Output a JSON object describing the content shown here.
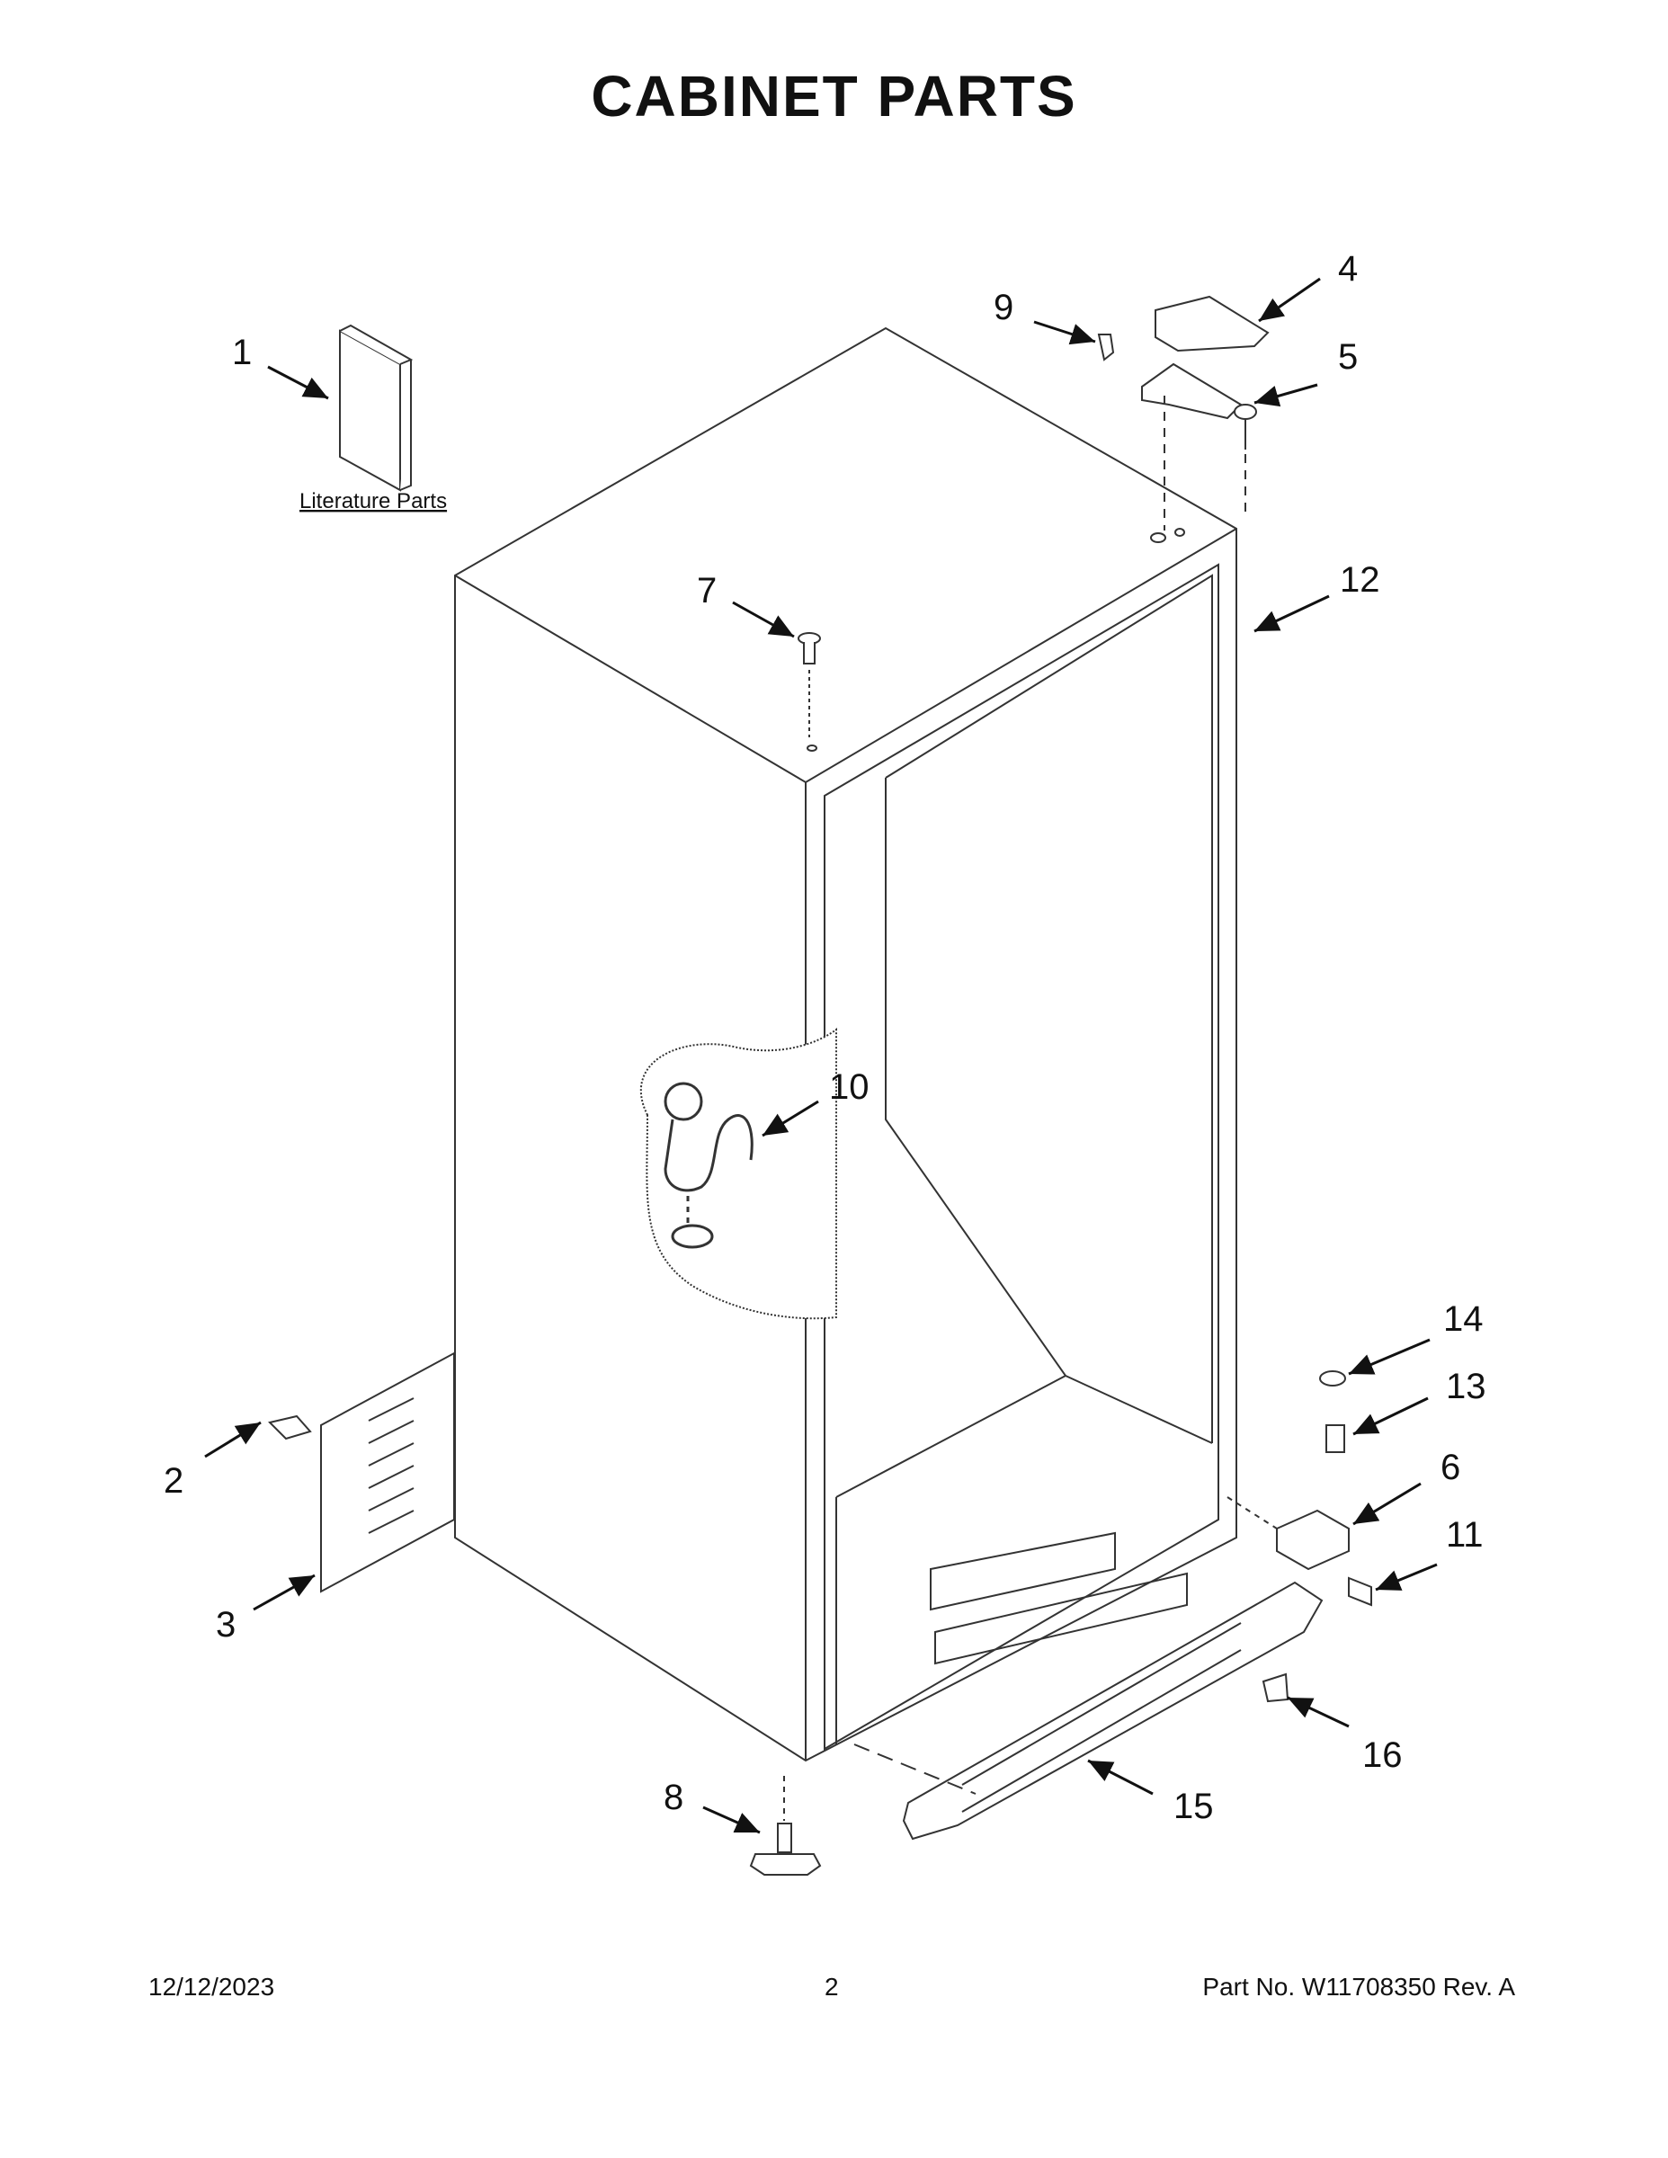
{
  "title": "CABINET PARTS",
  "literature_label": "Literature Parts",
  "callouts": [
    "1",
    "2",
    "3",
    "4",
    "5",
    "6",
    "7",
    "8",
    "9",
    "10",
    "11",
    "12",
    "13",
    "14",
    "15",
    "16"
  ],
  "footer": {
    "date": "12/12/2023",
    "page": "2",
    "part": "Part No.  W11708350  Rev.  A"
  }
}
